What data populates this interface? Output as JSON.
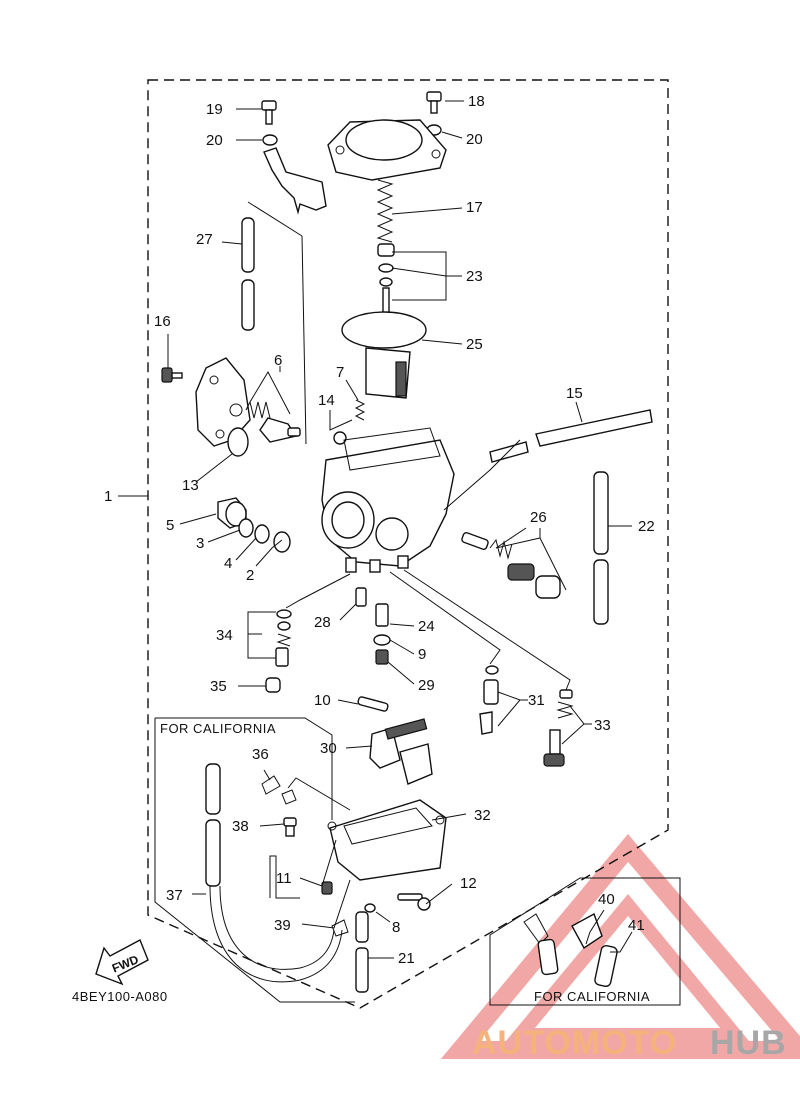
{
  "diagram": {
    "code": "4BEY100-A080",
    "fwd_label": "FWD",
    "california_label_main": "FOR CALIFORNIA",
    "california_label_inset": "FOR CALIFORNIA",
    "callouts": [
      "1",
      "2",
      "3",
      "4",
      "5",
      "6",
      "7",
      "8",
      "9",
      "10",
      "11",
      "12",
      "13",
      "14",
      "15",
      "16",
      "17",
      "18",
      "19",
      "20",
      "20",
      "21",
      "22",
      "23",
      "24",
      "25",
      "26",
      "27",
      "28",
      "29",
      "30",
      "31",
      "32",
      "33",
      "34",
      "35",
      "36",
      "37",
      "38",
      "39",
      "40",
      "41"
    ]
  },
  "watermark": {
    "part1": "AUTOMOTO",
    "part2": "HUB",
    "color1": "#F5B27A",
    "color2": "#A7A7A7",
    "triangle_color": "#E86A6A"
  }
}
